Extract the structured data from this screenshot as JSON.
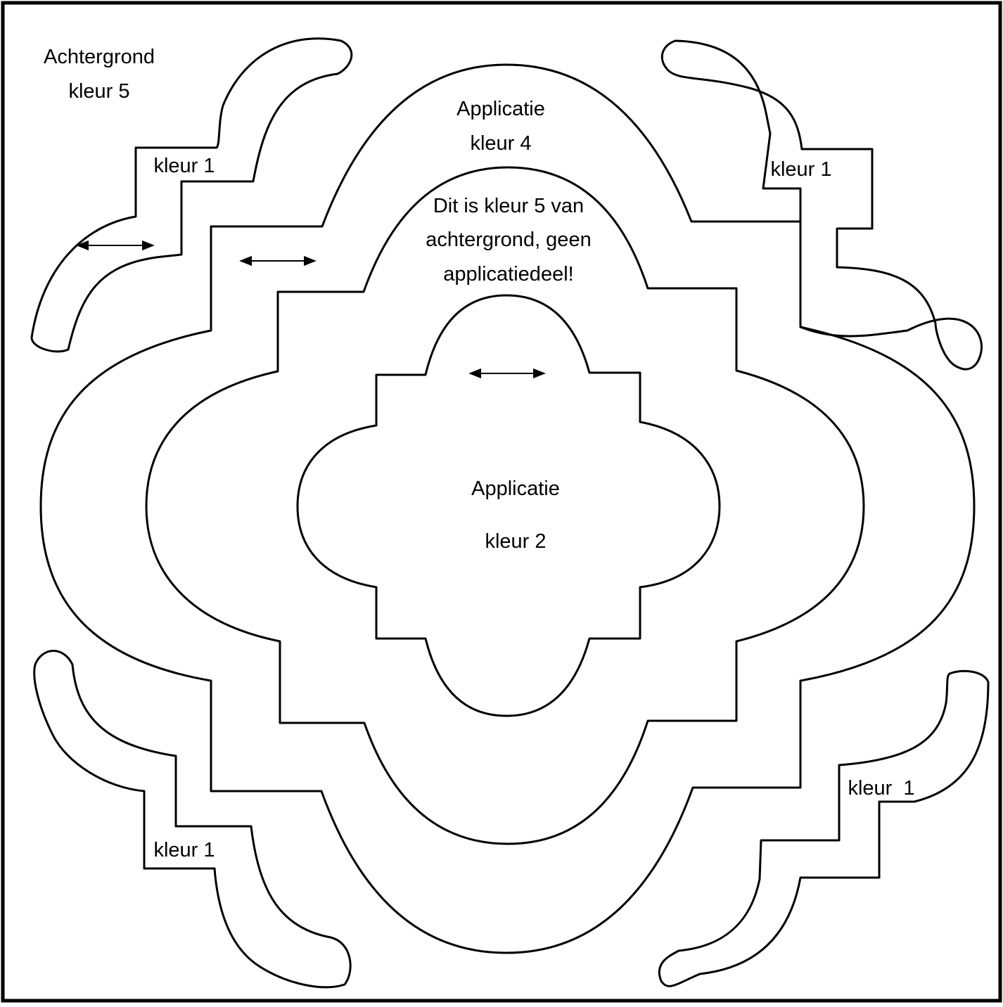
{
  "labels": {
    "background": [
      "Achtergrond",
      "kleur 5"
    ],
    "appl4": [
      "Applicatie",
      "kleur 4"
    ],
    "inner_bg": [
      "Dit is kleur 5 van",
      "achtergrond, geen",
      "applicatiedeel!"
    ],
    "appl2_title": "Applicatie",
    "appl2_colour": "kleur 2",
    "corner_tl": "kleur 1",
    "corner_tr": "kleur 1",
    "corner_bl": "kleur 1",
    "corner_br": "kleur  1"
  },
  "colors": {
    "stroke": "#000000",
    "background": "#ffffff"
  }
}
